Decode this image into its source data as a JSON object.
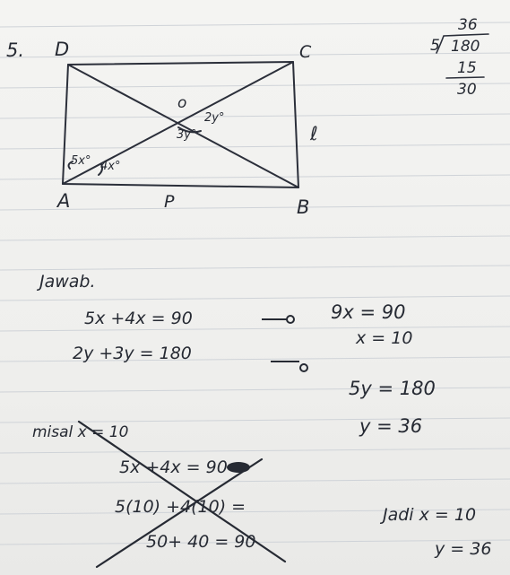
{
  "problem": {
    "number": "5.",
    "vertices": {
      "D": "D",
      "C": "C",
      "A": "A",
      "B": "B"
    },
    "center": "o",
    "side_bottom": "P",
    "side_right": "ℓ",
    "angles": {
      "a5x": "5x°",
      "a4x": "4x°",
      "a2y": "2y°",
      "a3y": "3y°"
    }
  },
  "scratch": {
    "quotient": "36",
    "divisor": "5",
    "dividend": "180",
    "subtract": "15",
    "remainder": "30"
  },
  "solution": {
    "heading": "Jawab.",
    "eq1_left": "5x +4x = 90",
    "eq1_right": "9x = 90",
    "eq1_result": "x = 10",
    "eq2_left": "2y +3y = 180",
    "eq2_right": "5y = 180",
    "eq2_result": "y = 36"
  },
  "check": {
    "intro": "misal  x = 10",
    "line1": "5x +4x = 90",
    "line2": "5(10) +4(10) =",
    "line3": "50+ 40 = 90"
  },
  "conclusion": {
    "jadi": "Jadi  x = 10",
    "y": "y = 36"
  }
}
